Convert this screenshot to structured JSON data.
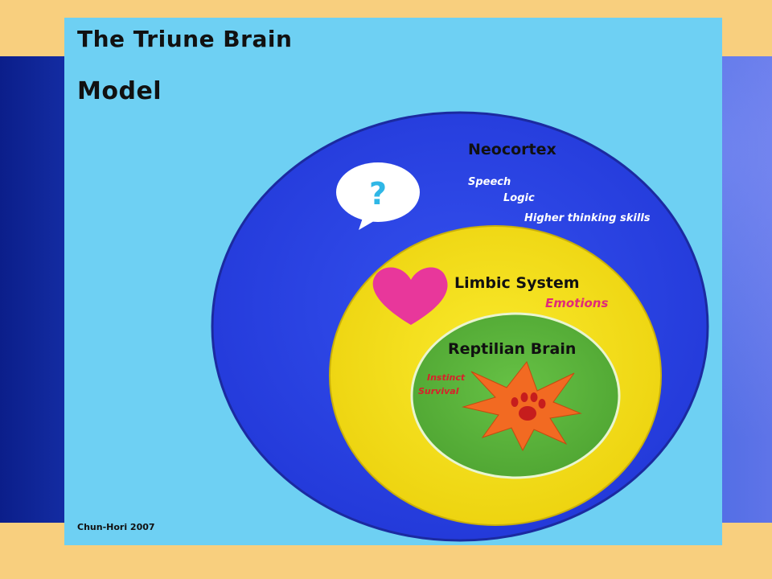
{
  "title": {
    "line1": "The Triune Brain",
    "line2": "Model"
  },
  "credit": "Chun-Hori 2007",
  "layers": {
    "neocortex": {
      "name": "Neocortex",
      "functions": [
        "Speech",
        "Logic",
        "Higher thinking skills"
      ],
      "color": "#2f47e6"
    },
    "limbic": {
      "name": "Limbic System",
      "functions": [
        "Emotions"
      ],
      "color": "#f6e21c"
    },
    "reptilian": {
      "name": "Reptilian Brain",
      "functions": [
        "Instinct",
        "Survival"
      ],
      "color": "#5bb53a"
    }
  },
  "icons": {
    "speech_bubble": {
      "glyph": "?",
      "icon": "speech-bubble-icon",
      "color": "#2fb7e6"
    },
    "heart": {
      "icon": "heart-icon",
      "color": "#e8379b"
    },
    "paw_burst": {
      "icon": "paw-burst-icon",
      "color": "#f26a22"
    }
  },
  "colors": {
    "panel": "#6ed0f3",
    "emotion_text": "#e02a7a",
    "instinct_text": "#d8212a",
    "label_text": "#111111",
    "neocortex_text": "#ffffff"
  }
}
